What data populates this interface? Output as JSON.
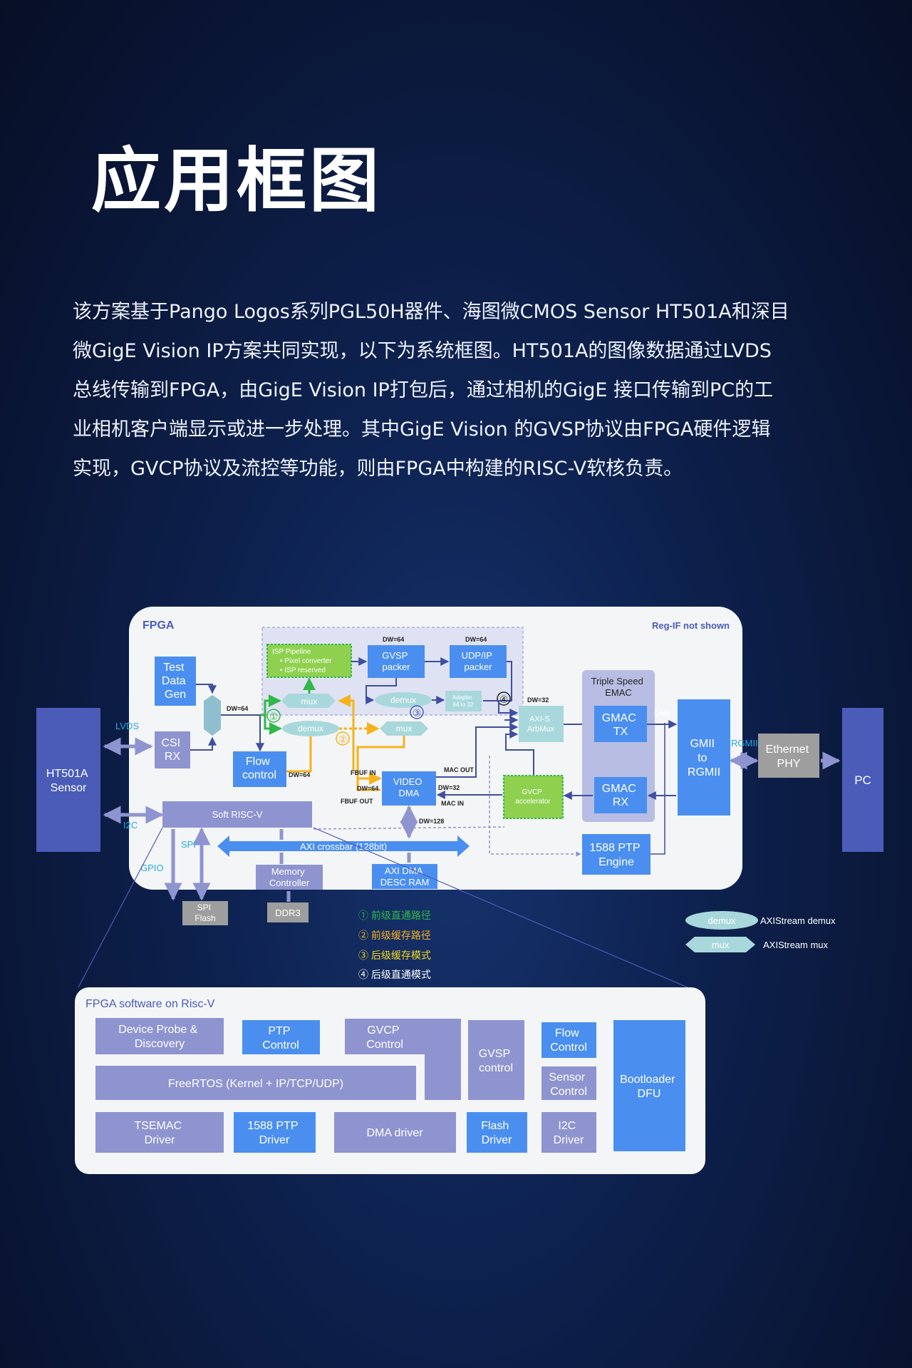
{
  "page": {
    "title": "应用框图",
    "intro_lines": [
      "该方案基于Pango Logos系列PGL50H器件、海图微CMOS Sensor HT501A和深目",
      "微GigE Vision IP方案共同实现，以下为系统框图。HT501A的图像数据通过LVDS",
      "总线传输到FPGA，由GigE Vision IP打包后，通过相机的GigE 接口传输到PC的工",
      "业相机客户端显示或进一步处理。其中GigE Vision 的GVSP协议由FPGA硬件逻辑",
      "实现，GVCP协议及流控等功能，则由FPGA中构建的RISC-V软核负责。"
    ]
  },
  "diagram": {
    "fpga_label": "FPGA",
    "regif_note": "Reg-IF not shown",
    "external": {
      "sensor": [
        "HT501A",
        "Sensor"
      ],
      "pc": "PC",
      "ethernet_phy": [
        "Ethernet",
        "PHY"
      ]
    },
    "interfaces": {
      "lvds": "LVDS",
      "i2c": "I2C",
      "spi": "SPI",
      "gpio": "GPIO",
      "gmii": "GMII",
      "rgmii": "RGMII"
    },
    "blocks": {
      "test_data_gen": [
        "Test",
        "Data",
        "Gen"
      ],
      "csi_rx": [
        "CSI",
        "RX"
      ],
      "flow_control": [
        "Flow",
        "control"
      ],
      "isp_pipeline": {
        "title": "ISP Pipeline",
        "items": [
          "Pixel converter",
          "ISP reserved"
        ]
      },
      "gvsp_packer": [
        "GVSP",
        "packer"
      ],
      "udp_ip_packer": [
        "UDP/IP",
        "packer"
      ],
      "adapter": [
        "Adapter",
        "64 to 32"
      ],
      "axis_arbmux": [
        "AXI-S",
        "ArbMux"
      ],
      "video_dma": [
        "VIDEO",
        "DMA"
      ],
      "gvcp_accelerator": [
        "GVCP",
        "accelerator"
      ],
      "triple_speed_emac": [
        "Triple Speed",
        "EMAC"
      ],
      "gmac_tx": [
        "GMAC",
        "TX"
      ],
      "gmac_rx": [
        "GMAC",
        "RX"
      ],
      "gmii_to_rgmii": [
        "GMII",
        "to",
        "RGMII"
      ],
      "ptp_engine": [
        "1588 PTP",
        "Engine"
      ],
      "soft_riscv": "Soft RISC-V",
      "axi_crossbar": "AXI crossbar (128bit)",
      "memory_controller": [
        "Memory",
        "Controller"
      ],
      "axi_dma_desc_ram": [
        "AXI DMA",
        "DESC RAM"
      ],
      "spi_flash": [
        "SPI",
        "Flash"
      ],
      "ddr3": "DDR3"
    },
    "mux_labels": {
      "mux": "mux",
      "demux": "demux"
    },
    "signal_labels": {
      "dw64": "DW=64",
      "dw32": "DW=32",
      "dw128": "DW=128",
      "fbuf_in": "FBUF IN",
      "fbuf_out": "FBUF OUT",
      "mac_out": "MAC OUT",
      "mac_in": "MAC IN"
    },
    "path_markers": [
      "①",
      "②",
      "③",
      "④"
    ],
    "path_legend": [
      {
        "marker": "①",
        "text": "前级直通路径",
        "color": "#2fb84b"
      },
      {
        "marker": "②",
        "text": "前级缓存路径",
        "color": "#f5b21d"
      },
      {
        "marker": "③",
        "text": "后级缓存模式",
        "color": "#f5d81d"
      },
      {
        "marker": "④",
        "text": "后级直通模式",
        "color": "#ffffff"
      }
    ],
    "shape_legend": [
      {
        "shape": "demux",
        "text": "AXIStream demux"
      },
      {
        "shape": "mux",
        "text": "AXIStream mux"
      }
    ],
    "software": {
      "title": "FPGA software on Risc-V",
      "device_probe": [
        "Device Probe &",
        "Discovery"
      ],
      "ptp_control": [
        "PTP",
        "Control"
      ],
      "gvcp_control": [
        "GVCP",
        "Control"
      ],
      "gvsp_control": [
        "GVSP",
        "control"
      ],
      "flow_control": [
        "Flow",
        "Control"
      ],
      "sensor_control": [
        "Sensor",
        "Control"
      ],
      "bootloader": [
        "Bootloader",
        "DFU"
      ],
      "freertos": "FreeRTOS (Kernel + IP/TCP/UDP)",
      "tsemac_driver": [
        "TSEMAC",
        "Driver"
      ],
      "ptp_driver": [
        "1588 PTP",
        "Driver"
      ],
      "dma_driver": "DMA driver",
      "flash_driver": [
        "Flash",
        "Driver"
      ],
      "i2c_driver": [
        "I2C",
        "Driver"
      ]
    },
    "colors": {
      "purple_block": "#8e94cf",
      "blue_block": "#4a8ff0",
      "navy_block": "#4a5cb8",
      "green_block": "#8fd14f",
      "gray_block": "#9e9e9e",
      "path1": "#2fb84b",
      "path2": "#f5b21d",
      "path3": "#f5d81d"
    }
  }
}
